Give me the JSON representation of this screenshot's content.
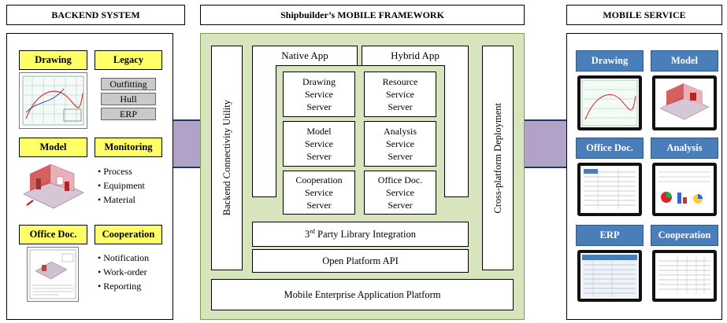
{
  "headers": {
    "backend": "BACKEND SYSTEM",
    "framework": "Shipbuilder’s MOBILE FRAMEWORK",
    "mobile": "MOBILE SERVICE"
  },
  "backend": {
    "drawing": "Drawing",
    "legacy": {
      "title": "Legacy",
      "items": [
        "Outfitting",
        "Hull",
        "ERP"
      ]
    },
    "model": "Model",
    "monitoring": {
      "title": "Monitoring",
      "items": [
        "• Process",
        "• Equipment",
        "• Material"
      ]
    },
    "office": "Office Doc.",
    "cooperation": {
      "title": "Cooperation",
      "items": [
        "• Notification",
        "• Work-order",
        "• Reporting"
      ]
    }
  },
  "framework": {
    "backend_utility": "Backend Connectivity Utility",
    "cross_platform": "Cross-platform Deployment",
    "native_app": "Native App",
    "hybrid_app": "Hybrid App",
    "services": [
      [
        "Drawing",
        "Service",
        "Server"
      ],
      [
        "Resource",
        "Service",
        "Server"
      ],
      [
        "Model",
        "Service",
        "Server"
      ],
      [
        "Analysis",
        "Service",
        "Server"
      ],
      [
        "Cooperation",
        "Service",
        "Server"
      ],
      [
        "Office Doc.",
        "Service",
        "Server"
      ]
    ],
    "third_party_num": "3",
    "third_party_sup": "rd",
    "third_party_rest": " Party Library Integration",
    "open_api": "Open Platform API",
    "meap": "Mobile Enterprise Application Platform"
  },
  "mobile": {
    "labels": [
      "Drawing",
      "Model",
      "Office Doc.",
      "Analysis",
      "ERP",
      "Cooperation"
    ]
  },
  "colors": {
    "framework_bg": "#d8e4bc",
    "connector": "#b3a2c7",
    "yellow_label": "#ffff66",
    "blue_label": "#4a7ebb"
  }
}
